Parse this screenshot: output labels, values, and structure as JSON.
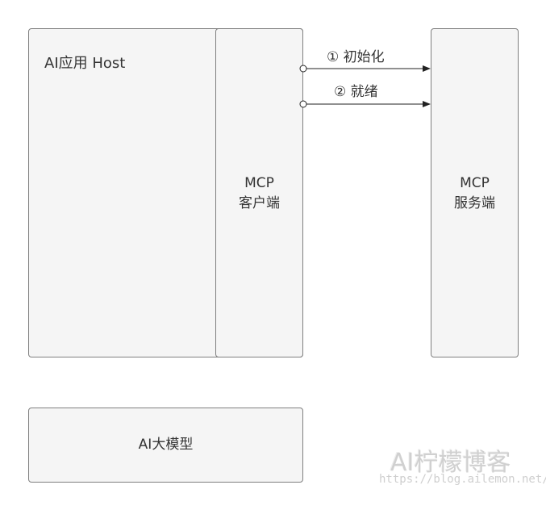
{
  "host": {
    "label": "AI应用 Host"
  },
  "client": {
    "line1": "MCP",
    "line2": "客户端"
  },
  "server": {
    "line1": "MCP",
    "line2": "服务端"
  },
  "messages": [
    {
      "label": "① 初始化"
    },
    {
      "label": "② 就绪"
    }
  ],
  "llm": {
    "label": "AI大模型"
  },
  "watermark": {
    "title": "AI柠檬博客",
    "url": "https://blog.ailemon.net/"
  }
}
